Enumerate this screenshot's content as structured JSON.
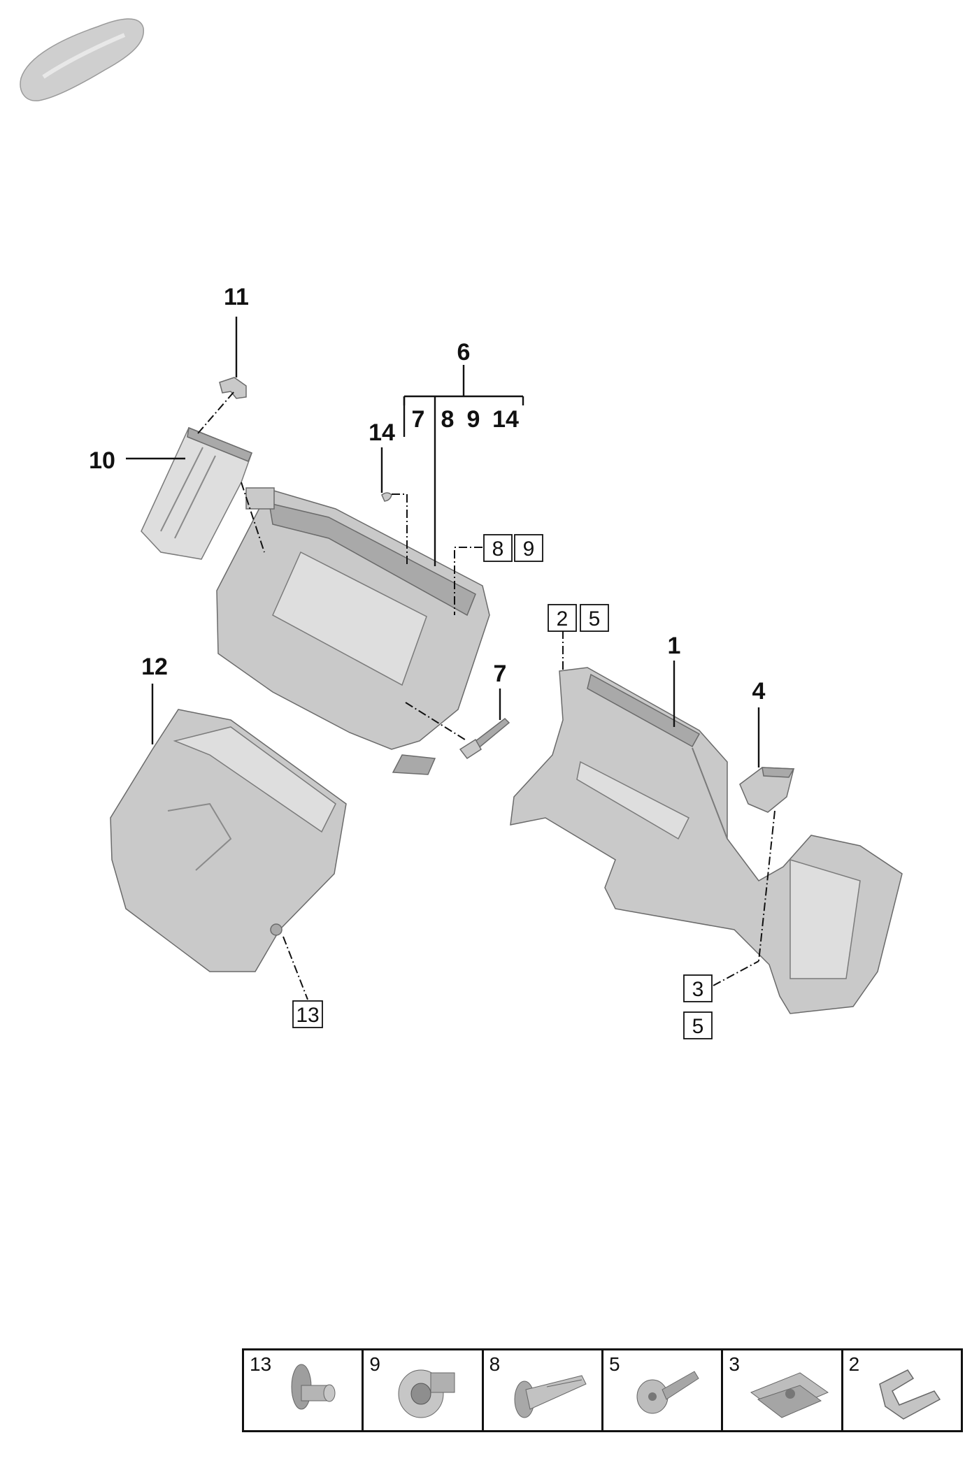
{
  "callouts": {
    "c1": "1",
    "c4": "4",
    "c6": "6",
    "c7a": "7",
    "c8a": "8",
    "c9a": "9",
    "c14a": "14",
    "c7b": "7",
    "c10": "10",
    "c11": "11",
    "c12": "12",
    "c14b": "14"
  },
  "boxed_refs": {
    "b8": "8",
    "b9": "9",
    "b2": "2",
    "b5a": "5",
    "b3": "3",
    "b5b": "5",
    "b13": "13"
  },
  "legend": [
    {
      "number": "13",
      "icon": "push-rivet-icon"
    },
    {
      "number": "9",
      "icon": "flange-nut-icon"
    },
    {
      "number": "8",
      "icon": "expanding-rivet-icon"
    },
    {
      "number": "5",
      "icon": "washer-screw-icon"
    },
    {
      "number": "3",
      "icon": "speed-nut-icon"
    },
    {
      "number": "2",
      "icon": "spring-clip-icon"
    }
  ]
}
